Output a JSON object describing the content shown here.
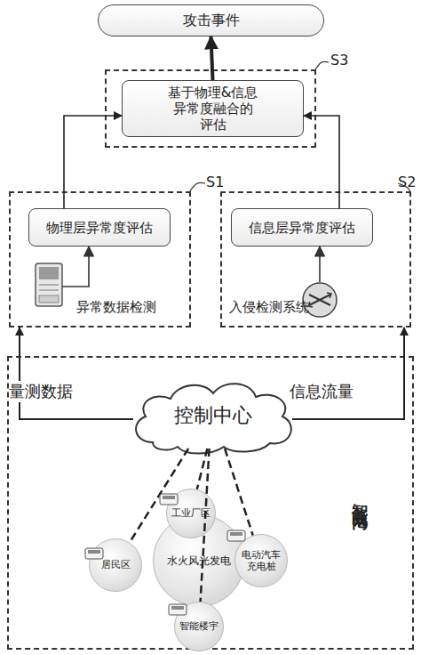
{
  "diagram": {
    "nodes": [
      {
        "text": [
          "攻击事件"
        ]
      },
      {
        "text": [
          "S3"
        ]
      },
      {
        "text": [
          "基于物理&信息异常度融合的评估"
        ],
        "in": 1
      },
      {
        "text": [
          "S1"
        ]
      },
      {
        "text": [
          "物理层异常度评估"
        ],
        "in": 3
      },
      {
        "text": [
          "S2"
        ]
      },
      {
        "text": [
          "信息层异常度评估"
        ],
        "in": 5
      },
      {
        "text": [
          "智能电网"
        ]
      },
      {
        "text": [
          "控制中心"
        ],
        "in": 7
      },
      {
        "text": [
          "水火风光发电"
        ],
        "in": 7
      },
      {
        "text": [
          "工业厂区"
        ],
        "in": 7
      },
      {
        "text": [
          "居民区"
        ],
        "in": 7
      },
      {
        "text": [
          "电动汽车充电桩"
        ],
        "in": 7
      },
      {
        "text": [
          "智能楼宇"
        ],
        "in": 7
      }
    ],
    "edges": [
      {
        "from": 2,
        "to": 0,
        "arrow": "to"
      },
      {
        "from": 4,
        "to": 2,
        "arrow": "to"
      },
      {
        "from": 6,
        "to": 2,
        "arrow": "to"
      },
      {
        "from": 8,
        "to": 3,
        "label": "量测数据",
        "arrow": "to"
      },
      {
        "from": 8,
        "to": 5,
        "label": "信息流量",
        "arrow": "to"
      },
      {
        "from": 8,
        "to": 10,
        "arrow": "none"
      },
      {
        "from": 8,
        "to": 11,
        "arrow": "none"
      },
      {
        "from": 8,
        "to": 12,
        "arrow": "none"
      },
      {
        "from": 8,
        "to": 13,
        "arrow": "none"
      }
    ],
    "labels": [
      "异常数据检测",
      "入侵检测系统"
    ]
  }
}
